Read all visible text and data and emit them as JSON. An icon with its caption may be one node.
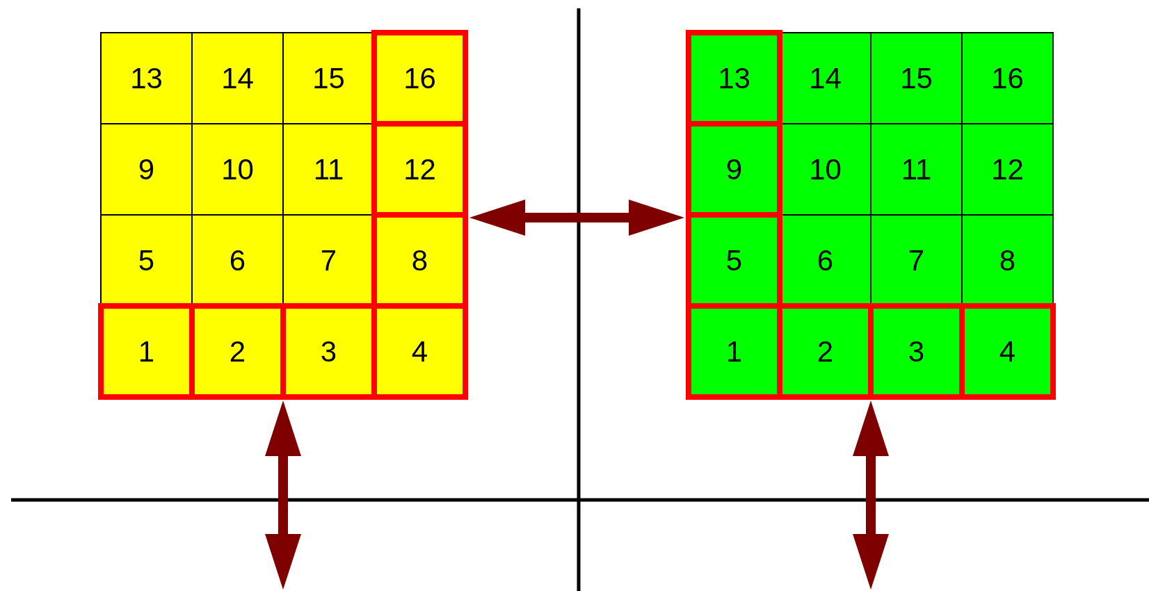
{
  "diagram": {
    "nodes": [
      {
        "text": [],
        "shape": "box"
      },
      {
        "text": [
          "13"
        ],
        "in": 0
      },
      {
        "text": [
          "14"
        ],
        "in": 0
      },
      {
        "text": [
          "15"
        ],
        "in": 0
      },
      {
        "text": [
          "16"
        ],
        "in": 0
      },
      {
        "text": [
          "9"
        ],
        "in": 0
      },
      {
        "text": [
          "10"
        ],
        "in": 0
      },
      {
        "text": [
          "11"
        ],
        "in": 0
      },
      {
        "text": [
          "12"
        ],
        "in": 0
      },
      {
        "text": [
          "5"
        ],
        "in": 0
      },
      {
        "text": [
          "6"
        ],
        "in": 0
      },
      {
        "text": [
          "7"
        ],
        "in": 0
      },
      {
        "text": [
          "8"
        ],
        "in": 0
      },
      {
        "text": [
          "1"
        ],
        "in": 0
      },
      {
        "text": [
          "2"
        ],
        "in": 0
      },
      {
        "text": [
          "3"
        ],
        "in": 0
      },
      {
        "text": [
          "4"
        ],
        "in": 0
      },
      {
        "text": [],
        "shape": "box"
      },
      {
        "text": [
          "13"
        ],
        "in": 17
      },
      {
        "text": [
          "14"
        ],
        "in": 17
      },
      {
        "text": [
          "15"
        ],
        "in": 17
      },
      {
        "text": [
          "16"
        ],
        "in": 17
      },
      {
        "text": [
          "9"
        ],
        "in": 17
      },
      {
        "text": [
          "10"
        ],
        "in": 17
      },
      {
        "text": [
          "11"
        ],
        "in": 17
      },
      {
        "text": [
          "12"
        ],
        "in": 17
      },
      {
        "text": [
          "5"
        ],
        "in": 17
      },
      {
        "text": [
          "6"
        ],
        "in": 17
      },
      {
        "text": [
          "7"
        ],
        "in": 17
      },
      {
        "text": [
          "8"
        ],
        "in": 17
      },
      {
        "text": [
          "1"
        ],
        "in": 17
      },
      {
        "text": [
          "2"
        ],
        "in": 17
      },
      {
        "text": [
          "3"
        ],
        "in": 17
      },
      {
        "text": [
          "4"
        ],
        "in": 17
      }
    ],
    "edges": [
      {
        "from": 0,
        "to": 17,
        "arrow": "both"
      },
      {
        "from": 0,
        "to": null,
        "arrow": "both"
      },
      {
        "from": 17,
        "to": null,
        "arrow": "both"
      }
    ]
  }
}
